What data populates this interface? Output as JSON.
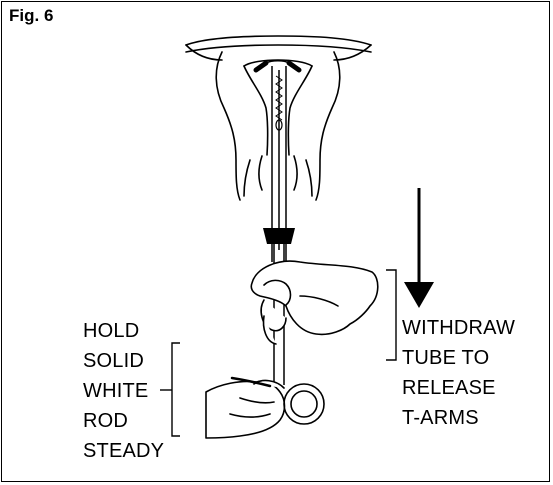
{
  "figure": {
    "label": "Fig. 6"
  },
  "labels": {
    "left": [
      "HOLD",
      "SOLID",
      "WHITE",
      "ROD",
      "STEADY"
    ],
    "right": [
      "WITHDRAW",
      "TUBE TO",
      "RELEASE",
      "T-ARMS"
    ]
  }
}
